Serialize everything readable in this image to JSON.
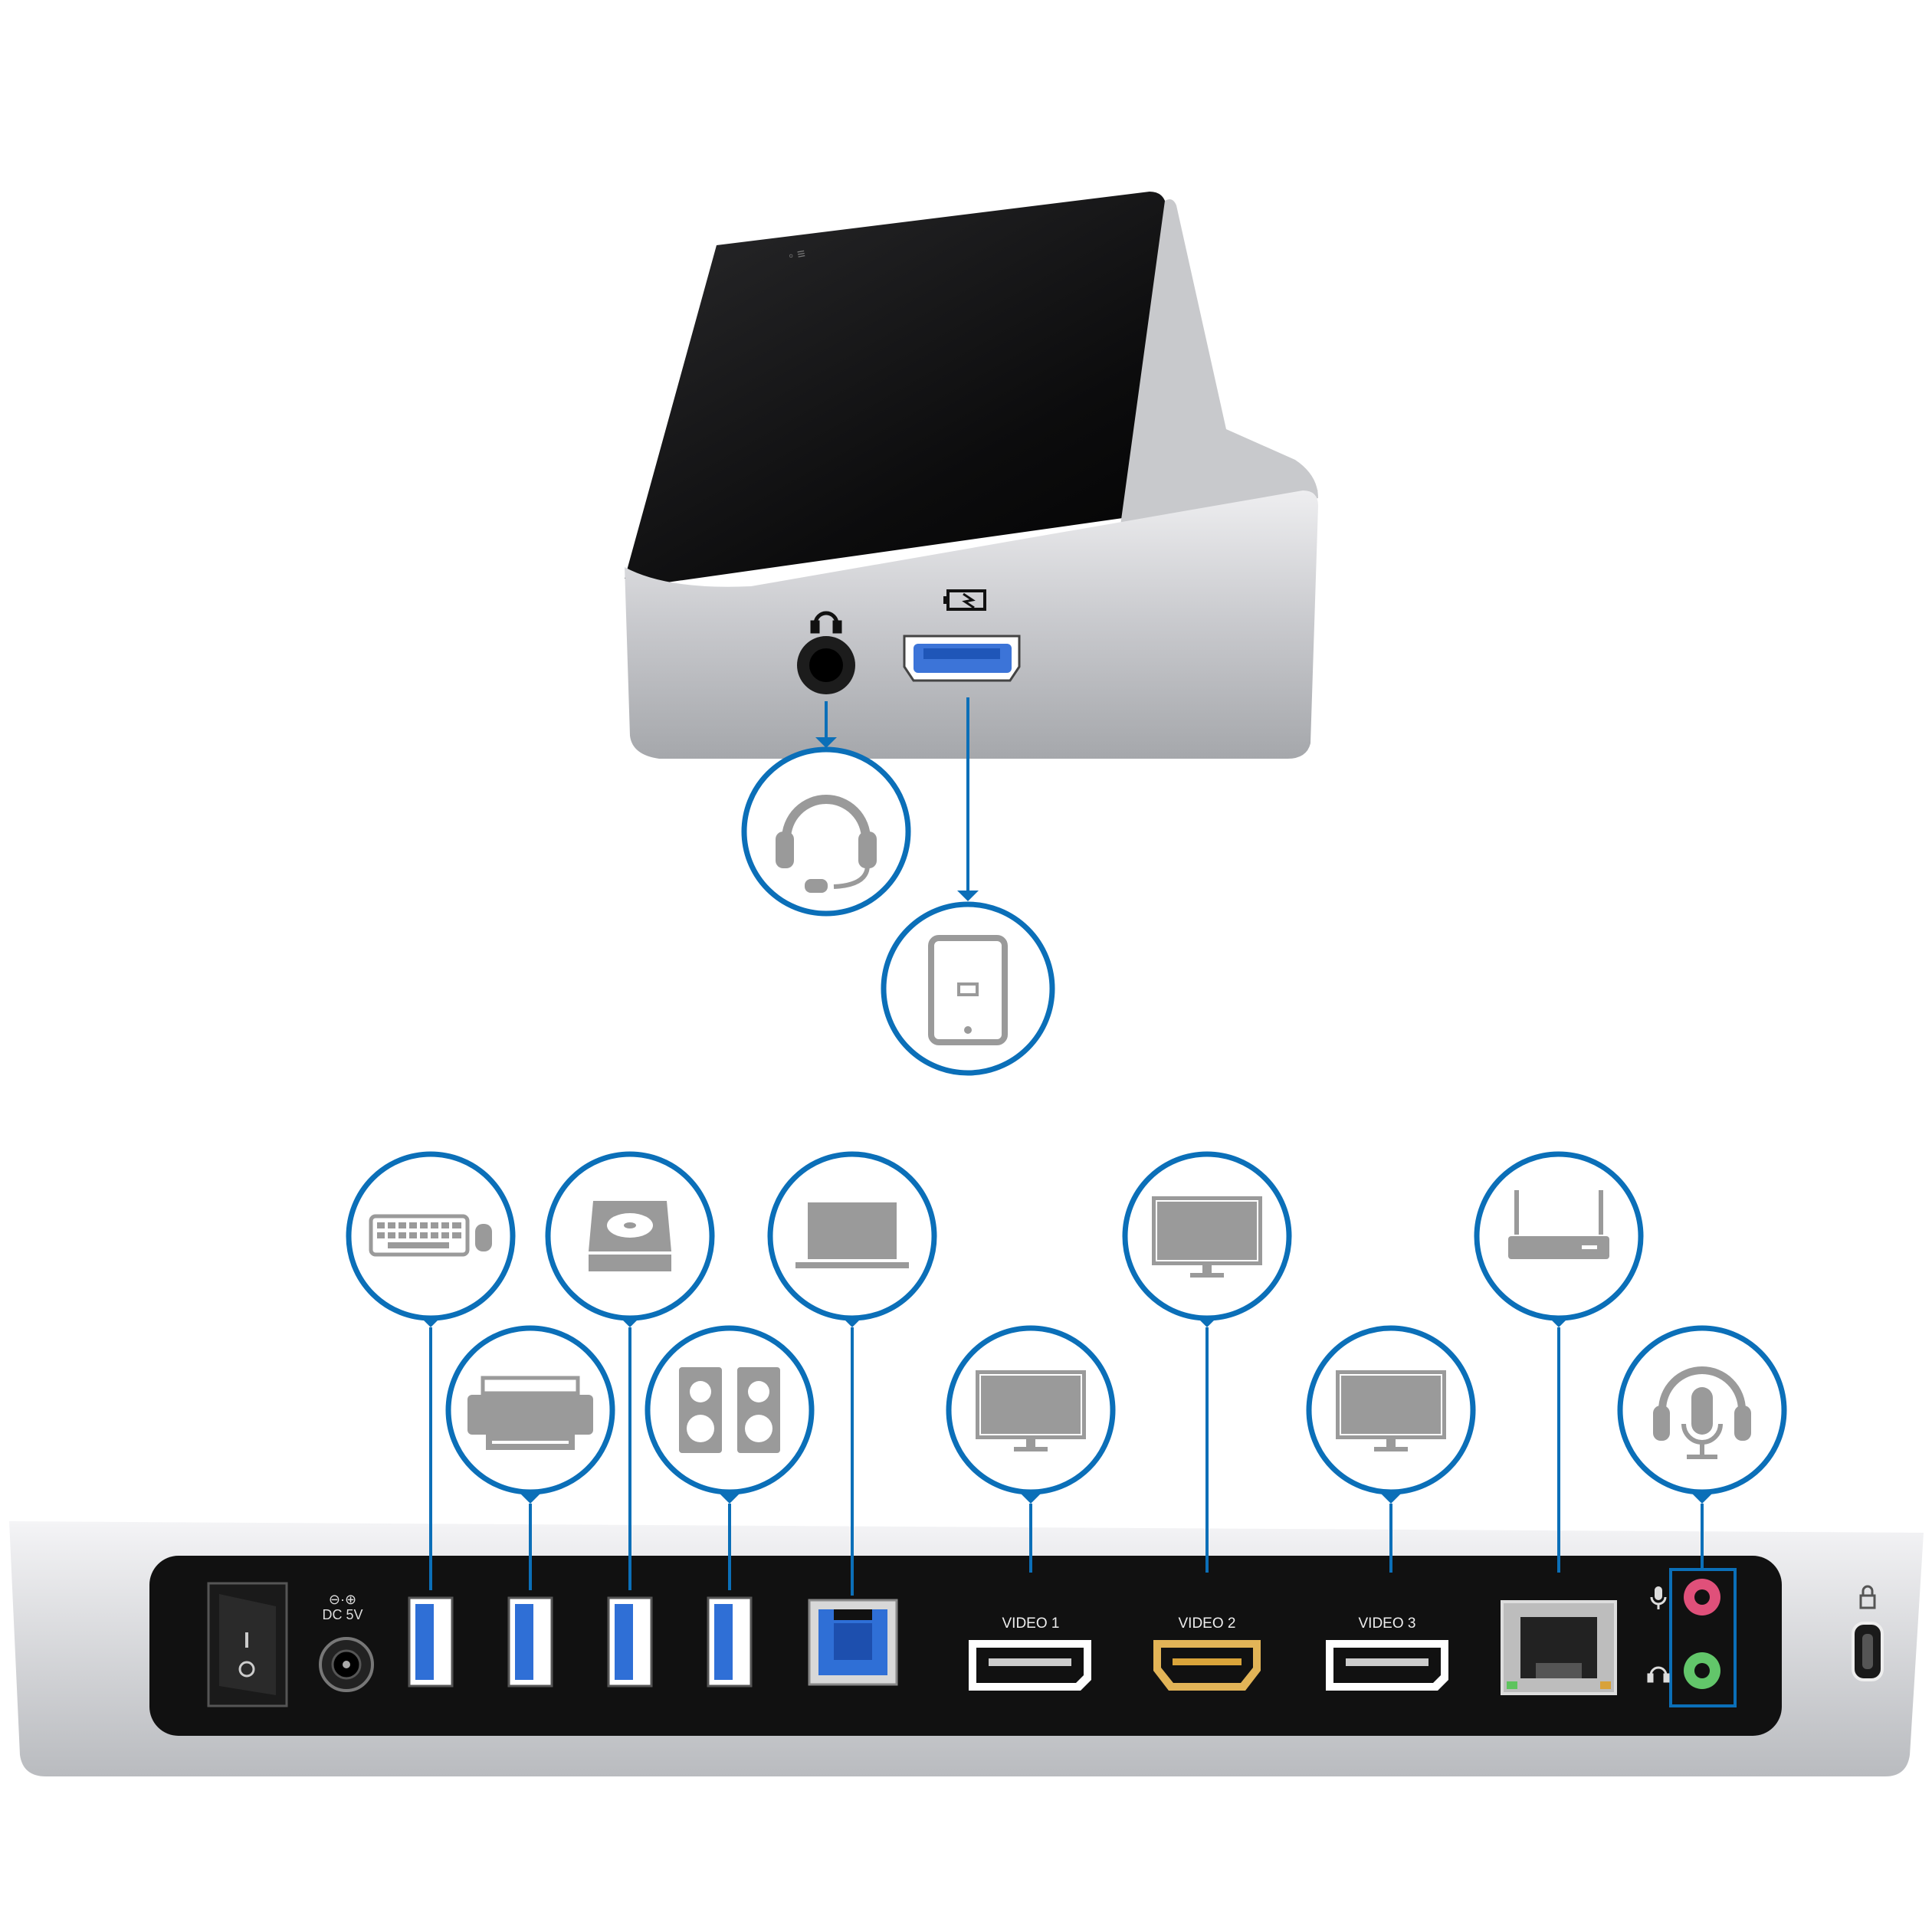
{
  "labels": {
    "dc": "DC 5V",
    "video1": "VIDEO 1",
    "video2": "VIDEO 2",
    "video3": "VIDEO 3"
  },
  "colors": {
    "callout": "#0b6fb8",
    "icon": "#9a9a9a",
    "panel": "#111111",
    "usb_blue": "#2f6fd6",
    "hdmi_gold": "#d9a43a",
    "mic_pink": "#e0507a",
    "audio_green": "#62c66a"
  },
  "callout_icons": {
    "front": [
      "headset-icon",
      "tablet-icon"
    ],
    "rear": [
      "keyboard-mouse-icon",
      "printer-icon",
      "hard-drive-icon",
      "speakers-icon",
      "laptop-icon",
      "monitor-icon",
      "monitor-icon",
      "monitor-icon",
      "router-icon",
      "headset-microphone-icon"
    ]
  }
}
